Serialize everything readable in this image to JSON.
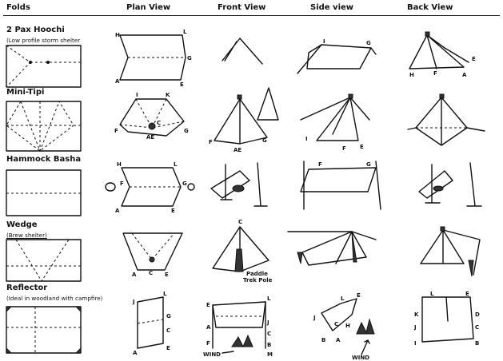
{
  "headers": {
    "folds": "Folds",
    "plan": "Plan View",
    "front": "Front View",
    "side": "Side view",
    "back": "Back View"
  },
  "rows": [
    {
      "title": "2 Pax Hoochi",
      "subtitle": "(Low profile storm shelter"
    },
    {
      "title": "Mini-Tipi",
      "subtitle": ""
    },
    {
      "title": "Hammock Basha",
      "subtitle": ""
    },
    {
      "title": "Wedge",
      "subtitle": "(Brew shelter)"
    },
    {
      "title": "Reflector",
      "subtitle": "(Ideal in woodland with campfire)"
    }
  ],
  "letters": {
    "hoochi_plan": [
      "H",
      "L",
      "G",
      "A",
      "E"
    ],
    "hoochi_side": [
      "I",
      "G"
    ],
    "hoochi_back": [
      "H",
      "F",
      "A",
      "E"
    ],
    "tipi_plan": [
      "I",
      "K",
      "C",
      "F",
      "G",
      "AE"
    ],
    "tipi_front": [
      "F",
      "AE",
      "G"
    ],
    "tipi_side": [
      "I",
      "F",
      "E"
    ],
    "basha_plan": [
      "H",
      "L",
      "F",
      "G",
      "A",
      "E"
    ],
    "basha_side": [
      "F",
      "G"
    ],
    "wedge_plan": [
      "A",
      "C",
      "E"
    ],
    "wedge_front": [
      "C"
    ],
    "reflector_plan": [
      "J",
      "L",
      "G",
      "C",
      "A",
      "E"
    ],
    "reflector_front": [
      "E",
      "L",
      "J",
      "C",
      "A",
      "B",
      "F",
      "M"
    ],
    "reflector_side": [
      "L",
      "E",
      "J",
      "C",
      "H",
      "B",
      "A"
    ],
    "reflector_back": [
      "L",
      "E",
      "K",
      "D",
      "J",
      "C",
      "I",
      "B"
    ]
  },
  "notes": {
    "paddle": "Paddle",
    "trek_pole": "Trek Pole",
    "wind": "WIND"
  }
}
